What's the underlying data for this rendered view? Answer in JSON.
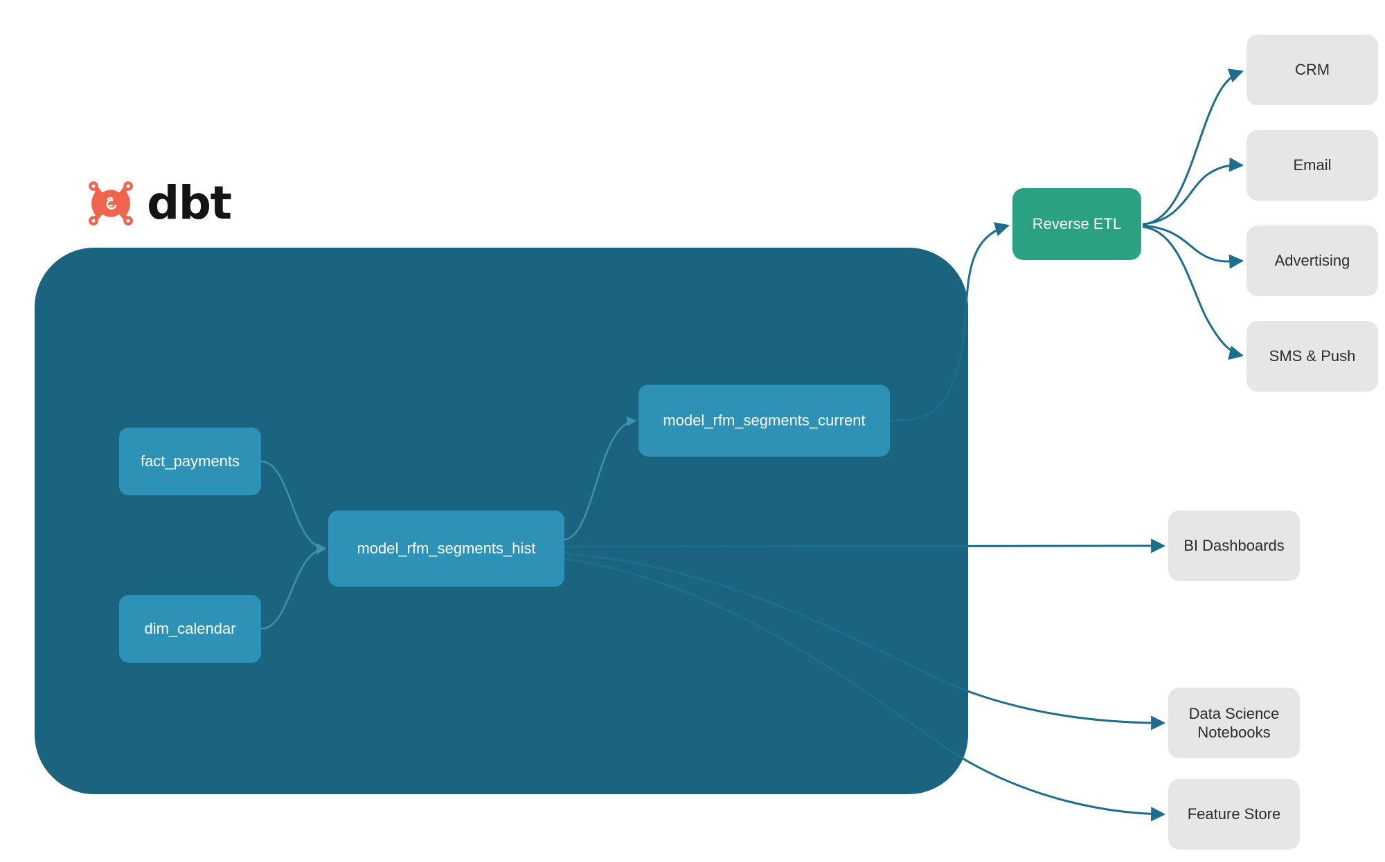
{
  "brand": {
    "name": "dbt",
    "logo_icon": "dbt-logo-icon",
    "logo_color": "#F0634C",
    "wordmark_color": "#141414"
  },
  "colors": {
    "project_container": "#1B6480",
    "model_node": "#2D92B5",
    "reverse_etl_node": "#2AA182",
    "destination_node": "#E6E6E6",
    "edge": "#1C6E8C",
    "internal_edge": "#3E93AE",
    "node_text": "#FFFFFF",
    "destination_text": "#2B2B2B",
    "background": "#FFFFFF"
  },
  "diagram": {
    "type": "flow",
    "project_container_label": "",
    "models": [
      {
        "id": "fact_payments",
        "label": "fact_payments"
      },
      {
        "id": "dim_calendar",
        "label": "dim_calendar"
      },
      {
        "id": "model_rfm_segments_hist",
        "label": "model_rfm_segments_hist"
      },
      {
        "id": "model_rfm_segments_current",
        "label": "model_rfm_segments_current"
      }
    ],
    "activation": {
      "id": "reverse_etl",
      "label": "Reverse ETL"
    },
    "destinations": [
      {
        "id": "crm",
        "label": "CRM"
      },
      {
        "id": "email",
        "label": "Email"
      },
      {
        "id": "advertising",
        "label": "Advertising"
      },
      {
        "id": "sms_push",
        "label": "SMS & Push"
      },
      {
        "id": "bi_dashboards",
        "label": "BI Dashboards"
      },
      {
        "id": "ds_notebooks",
        "label": "Data Science\nNotebooks"
      },
      {
        "id": "feature_store",
        "label": "Feature Store"
      }
    ],
    "edges": [
      {
        "from": "fact_payments",
        "to": "model_rfm_segments_hist"
      },
      {
        "from": "dim_calendar",
        "to": "model_rfm_segments_hist"
      },
      {
        "from": "model_rfm_segments_hist",
        "to": "model_rfm_segments_current"
      },
      {
        "from": "model_rfm_segments_current",
        "to": "reverse_etl"
      },
      {
        "from": "model_rfm_segments_hist",
        "to": "bi_dashboards"
      },
      {
        "from": "model_rfm_segments_hist",
        "to": "ds_notebooks"
      },
      {
        "from": "model_rfm_segments_hist",
        "to": "feature_store"
      },
      {
        "from": "reverse_etl",
        "to": "crm"
      },
      {
        "from": "reverse_etl",
        "to": "email"
      },
      {
        "from": "reverse_etl",
        "to": "advertising"
      },
      {
        "from": "reverse_etl",
        "to": "sms_push"
      }
    ]
  }
}
